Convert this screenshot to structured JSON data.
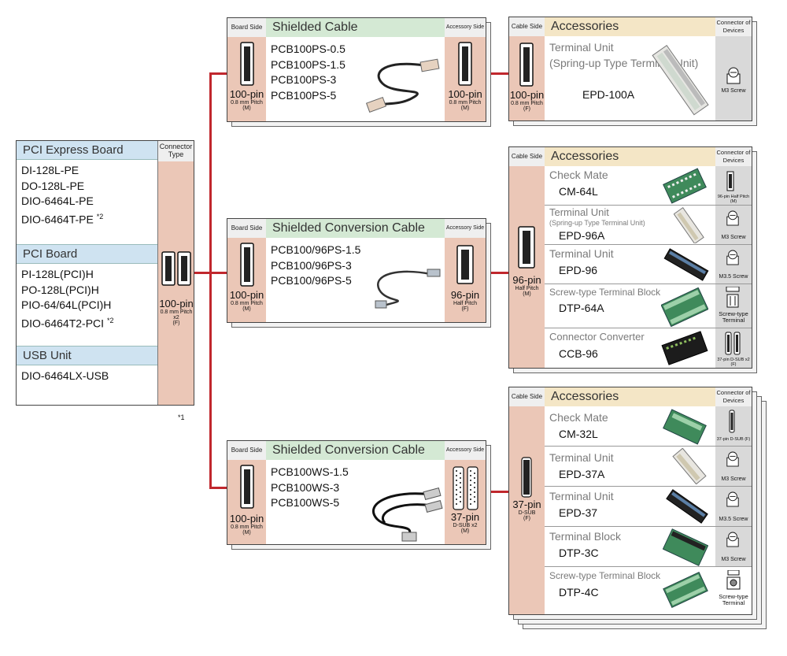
{
  "left_panel": {
    "sections": [
      {
        "title": "PCI Express Board",
        "items": [
          "DI-128L-PE",
          "DO-128L-PE",
          "DIO-6464L-PE",
          "DIO-6464T-PE"
        ],
        "note": "*2"
      },
      {
        "title": "PCI Board",
        "items": [
          "PI-128L(PCI)H",
          "PO-128L(PCI)H",
          "PIO-64/64L(PCI)H",
          "DIO-6464T2-PCI"
        ],
        "note": "*2"
      },
      {
        "title": "USB Unit",
        "items": [
          "DIO-6464LX-USB"
        ]
      }
    ],
    "connector": {
      "header": "Connector Type",
      "pin": "100-pin",
      "detail": "0.8 mm Pitch x2",
      "gender": "(F)"
    },
    "footnote": "*1"
  },
  "cables": [
    {
      "board_side": "Board Side",
      "title": "Shielded Cable",
      "accessory_side": "Accessory Side",
      "models": [
        "PCB100PS-0.5",
        "PCB100PS-1.5",
        "PCB100PS-3",
        "PCB100PS-5"
      ],
      "left_pin": "100-pin",
      "left_detail": "0.8 mm Pitch",
      "left_gender": "(M)",
      "right_pin": "100-pin",
      "right_detail": "0.8 mm Pitch",
      "right_gender": "(M)"
    },
    {
      "board_side": "Board Side",
      "title": "Shielded Conversion Cable",
      "accessory_side": "Accessory Side",
      "models": [
        "PCB100/96PS-1.5",
        "PCB100/96PS-3",
        "PCB100/96PS-5"
      ],
      "left_pin": "100-pin",
      "left_detail": "0.8 mm Pitch",
      "left_gender": "(M)",
      "right_pin": "96-pin",
      "right_detail": "Half Pitch",
      "right_gender": "(F)"
    },
    {
      "board_side": "Board Side",
      "title": "Shielded Conversion Cable",
      "accessory_side": "Accessory Side",
      "models": [
        "PCB100WS-1.5",
        "PCB100WS-3",
        "PCB100WS-5"
      ],
      "left_pin": "100-pin",
      "left_detail": "0.8 mm Pitch",
      "left_gender": "(M)",
      "right_pin": "37-pin",
      "right_detail": "D-SUB x2",
      "right_gender": "(M)"
    }
  ],
  "accessory_groups": [
    {
      "cable_side": "Cable Side",
      "title": "Accessories",
      "devices_header": "Connector of Devices",
      "pin": "100-pin",
      "pin_detail": "0.8 mm Pitch",
      "pin_gender": "(F)",
      "rows": [
        {
          "title": "Terminal Unit",
          "sub": "(Spring-up Type Terminal Unit)",
          "model": "EPD-100A",
          "device": "M3 Screw"
        }
      ]
    },
    {
      "cable_side": "Cable Side",
      "title": "Accessories",
      "devices_header": "Connector of Devices",
      "pin": "96-pin",
      "pin_detail": "Half Pitch",
      "pin_gender": "(M)",
      "rows": [
        {
          "title": "Check Mate",
          "sub": "",
          "model": "CM-64L",
          "device": "96-pin Half Pitch (M)"
        },
        {
          "title": "Terminal Unit",
          "sub": "(Spring-up Type Terminal Unit)",
          "model": "EPD-96A",
          "device": "M3 Screw"
        },
        {
          "title": "Terminal Unit",
          "sub": "",
          "model": "EPD-96",
          "device": "M3.5 Screw"
        },
        {
          "title": "Screw-type Terminal Block",
          "sub": "",
          "model": "DTP-64A",
          "device": "Screw-type Terminal"
        },
        {
          "title": "Connector Converter",
          "sub": "",
          "model": "CCB-96",
          "device": "37-pin D-SUB x2 (F)"
        }
      ]
    },
    {
      "cable_side": "Cable Side",
      "title": "Accessories",
      "devices_header": "Connector of Devices",
      "pin": "37-pin",
      "pin_detail": "D-SUB",
      "pin_gender": "(F)",
      "rows": [
        {
          "title": "Check Mate",
          "sub": "",
          "model": "CM-32L",
          "device": "37-pin D-SUB (F)"
        },
        {
          "title": "Terminal Unit",
          "sub": "",
          "model": "EPD-37A",
          "device": "M3 Screw"
        },
        {
          "title": "Terminal Unit",
          "sub": "",
          "model": "EPD-37",
          "device": "M3.5 Screw"
        },
        {
          "title": "Terminal Block",
          "sub": "",
          "model": "DTP-3C",
          "device": "M3 Screw"
        },
        {
          "title": "Screw-type Terminal Block",
          "sub": "",
          "model": "DTP-4C",
          "device": "Screw-type Terminal"
        }
      ]
    }
  ],
  "colors": {
    "line": "#c0272d",
    "peach": "#ebc7b7",
    "blue_header": "#cfe3f1",
    "green_header": "#d4e9d4",
    "tan_header": "#f4e6c6"
  }
}
